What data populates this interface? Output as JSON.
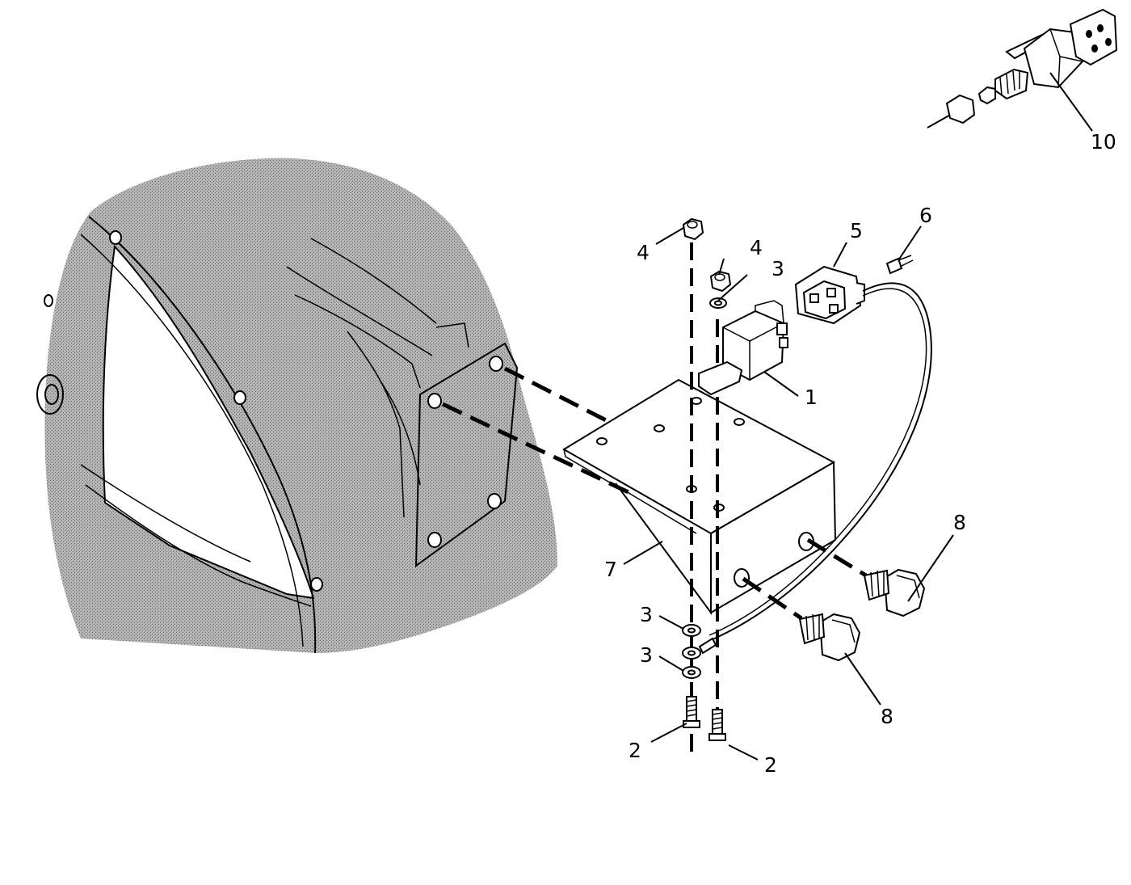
{
  "diagram": {
    "callouts": [
      {
        "id": "c1",
        "label": "1"
      },
      {
        "id": "c2a",
        "label": "2"
      },
      {
        "id": "c2b",
        "label": "2"
      },
      {
        "id": "c3a",
        "label": "3"
      },
      {
        "id": "c3b",
        "label": "3"
      },
      {
        "id": "c3c",
        "label": "3"
      },
      {
        "id": "c4a",
        "label": "4"
      },
      {
        "id": "c4b",
        "label": "4"
      },
      {
        "id": "c5",
        "label": "5"
      },
      {
        "id": "c6",
        "label": "6"
      },
      {
        "id": "c7",
        "label": "7"
      },
      {
        "id": "c8a",
        "label": "8"
      },
      {
        "id": "c8b",
        "label": "8"
      },
      {
        "id": "c10",
        "label": "10"
      }
    ],
    "colors": {
      "line": "#000000",
      "background": "#ffffff",
      "housing_fill": "#a9a9a9"
    }
  }
}
